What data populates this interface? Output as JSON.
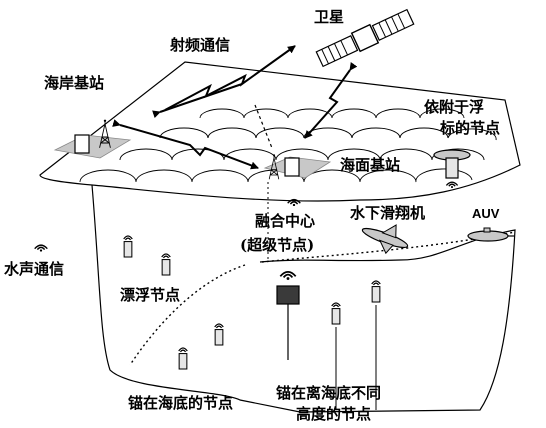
{
  "labels": {
    "rf_comm": "射频通信",
    "satellite": "卫星",
    "shore_station": "海岸基站",
    "buoy_node_line1": "依附于浮",
    "buoy_node_line2": "标的节点",
    "sea_station": "海面基站",
    "fusion_center_line1": "融合中心",
    "fusion_center_line2": "(超级节点)",
    "glider": "水下滑翔机",
    "auv": "AUV",
    "acoustic_comm": "水声通信",
    "floating_nodes": "漂浮节点",
    "seabed_nodes": "锚在海底的节点",
    "depth_nodes_line1": "锚在离海底不同",
    "depth_nodes_line2": "高度的节点"
  },
  "icons": {
    "satellite": "satellite-icon",
    "tower": "radio-tower-icon",
    "wave": "acoustic-wave-icon",
    "node": "sensor-node-icon"
  },
  "colors": {
    "ground": "#c8c8c8",
    "fusion_center": "#3a3a3a",
    "node_fill": "#e6e6e6",
    "line": "#000000"
  }
}
